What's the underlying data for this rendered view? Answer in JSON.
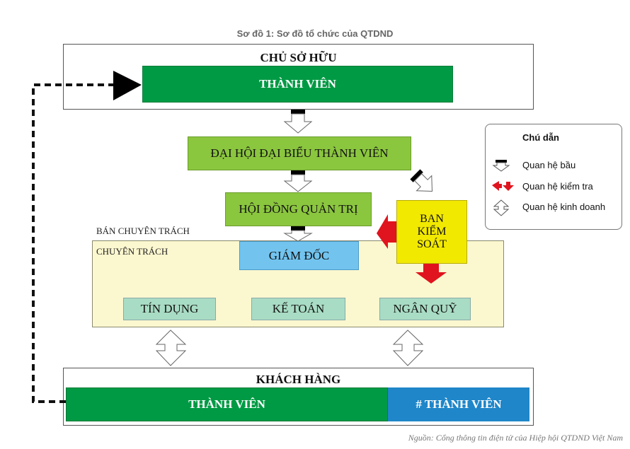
{
  "title": "Sơ đồ 1: Sơ đồ tổ chức của QTDND",
  "owner": {
    "heading": "CHỦ SỞ HỮU",
    "member": "THÀNH VIÊN"
  },
  "congress": "ĐẠI HỘI ĐẠI BIỂU THÀNH VIÊN",
  "board": "HỘI ĐỒNG QUẢN TRỊ",
  "supervisory": {
    "line1": "BAN",
    "line2": "KIỂM",
    "line3": "SOÁT"
  },
  "part_time": "BÁN CHUYÊN TRÁCH",
  "full_time": "CHUYÊN TRÁCH",
  "director": "GIÁM ĐỐC",
  "departments": [
    "TÍN DỤNG",
    "KẾ TOÁN",
    "NGÂN QUỸ"
  ],
  "customers": {
    "heading": "KHÁCH HÀNG",
    "member": "THÀNH VIÊN",
    "non_member": "# THÀNH VIÊN"
  },
  "legend": {
    "title": "Chú dẫn",
    "items": [
      "Quan hệ bầu",
      "Quan hệ kiểm tra",
      "Quan hệ kinh doanh"
    ]
  },
  "source": "Nguồn: Cổng thông tin điện tử của Hiệp hội QTDND Việt Nam",
  "colors": {
    "owner_green": "#009a44",
    "congress_lime": "#8bc63f",
    "supervisory_yellow": "#f2e900",
    "director_blue": "#72c4ef",
    "department_mint": "#a9dcc4",
    "non_member_blue": "#1f86c9",
    "check_red": "#e0141e"
  }
}
